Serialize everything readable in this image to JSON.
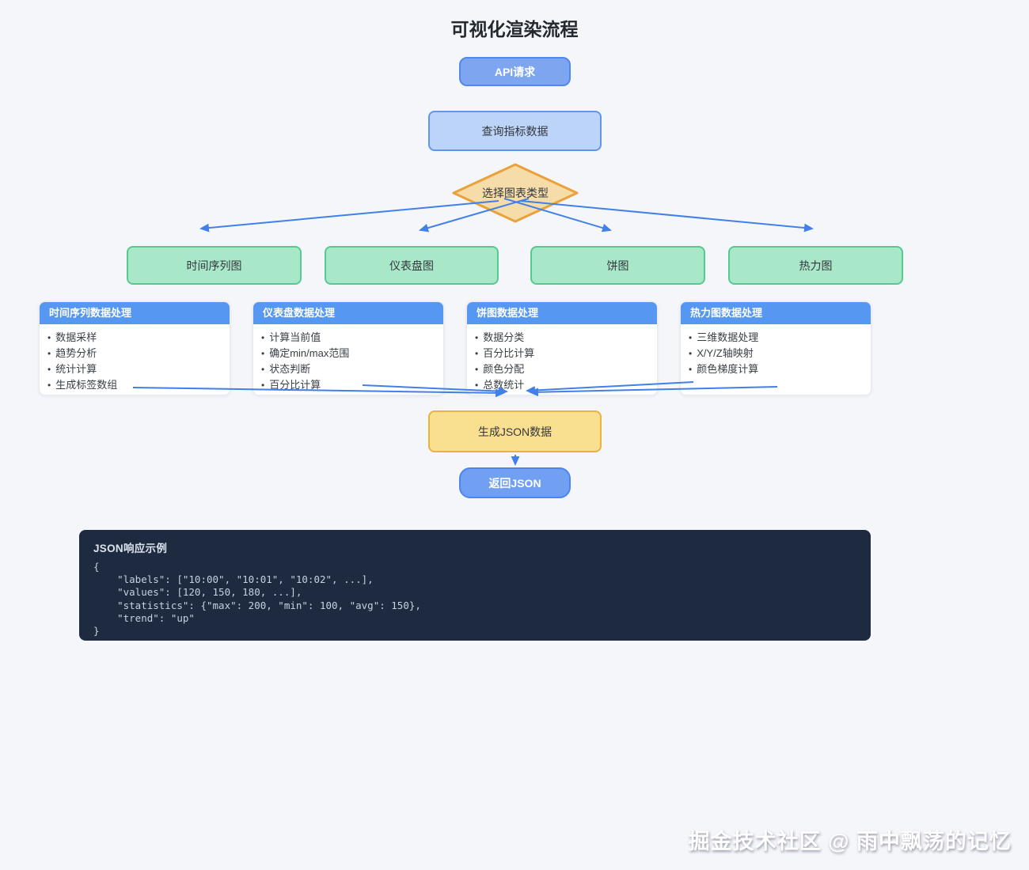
{
  "page": {
    "title": "可视化渲染流程",
    "watermark": "掘金技术社区 @ 雨中飘荡的记忆"
  },
  "flow": {
    "api_request": "API请求",
    "query": "查询指标数据",
    "decision": "选择图表类型",
    "chart_types": [
      "时间序列图",
      "仪表盘图",
      "饼图",
      "热力图"
    ],
    "generate_json": "生成JSON数据",
    "return_json": "返回JSON",
    "process_cards": [
      {
        "title": "时间序列数据处理",
        "items": [
          "数据采样",
          "趋势分析",
          "统计计算",
          "生成标签数组"
        ]
      },
      {
        "title": "仪表盘数据处理",
        "items": [
          "计算当前值",
          "确定min/max范围",
          "状态判断",
          "百分比计算"
        ]
      },
      {
        "title": "饼图数据处理",
        "items": [
          "数据分类",
          "百分比计算",
          "颜色分配",
          "总数统计"
        ]
      },
      {
        "title": "热力图数据处理",
        "items": [
          "三维数据处理",
          "X/Y/Z轴映射",
          "颜色梯度计算"
        ]
      }
    ]
  },
  "code_block": {
    "title": "JSON响应示例",
    "code": "{\n    \"labels\": [\"10:00\", \"10:01\", \"10:02\", ...],\n    \"values\": [120, 150, 180, ...],\n    \"statistics\": {\"max\": 200, \"min\": 100, \"avg\": 150},\n    \"trend\": \"up\"\n}"
  },
  "colors": {
    "background": "#F5F6FA",
    "node_blue": "#7EA6F0",
    "node_blue_border": "#5287EB",
    "node_lightblue": "#BBD4F8",
    "node_green": "#A9E7C9",
    "node_green_border": "#56C991",
    "diamond_fill": "#F6DCA9",
    "diamond_border": "#E9A23B",
    "node_yellow": "#F9DF90",
    "node_yellow_border": "#E9B43E",
    "card_header_blue": "#5697F1",
    "arrow_blue": "#4080E8",
    "code_bg": "#1D2A40"
  }
}
